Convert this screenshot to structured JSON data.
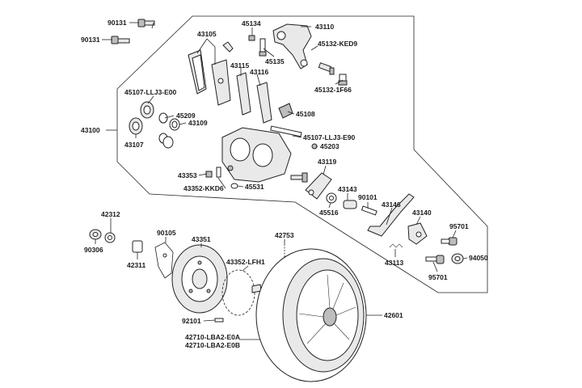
{
  "labels": {
    "l90131a": "90131",
    "l90131b": "90131",
    "l43105": "43105",
    "l45134": "45134",
    "l43110": "43110",
    "l45135": "45135",
    "l45132ked9": "45132-KED9",
    "l45132_1f66": "45132-1F66",
    "l43115": "43115",
    "l43116": "43116",
    "l45107e00": "45107-LLJ3-E00",
    "l45209": "45209",
    "l43109": "43109",
    "l45108": "45108",
    "l43100": "43100",
    "l43107": "43107",
    "l45107e90": "45107-LLJ3-E90",
    "l45203": "45203",
    "l43119": "43119",
    "l43353": "43353",
    "l43352kkd6": "43352-KKD6",
    "l45531": "45531",
    "l43143": "43143",
    "l90101": "90101",
    "l45516": "45516",
    "l43146": "43146",
    "l43140": "43140",
    "l42312": "42312",
    "l95701a": "95701",
    "l90306": "90306",
    "l90105": "90105",
    "l42753": "42753",
    "l43351": "43351",
    "l94050": "94050",
    "l42311": "42311",
    "l43352lfh1": "43352-LFH1",
    "l43113": "43113",
    "l95701b": "95701",
    "l92101": "92101",
    "l42601": "42601",
    "l42710e0a": "42710-LBA2-E0A",
    "l42710e0b": "42710-LBA2-E0B"
  }
}
